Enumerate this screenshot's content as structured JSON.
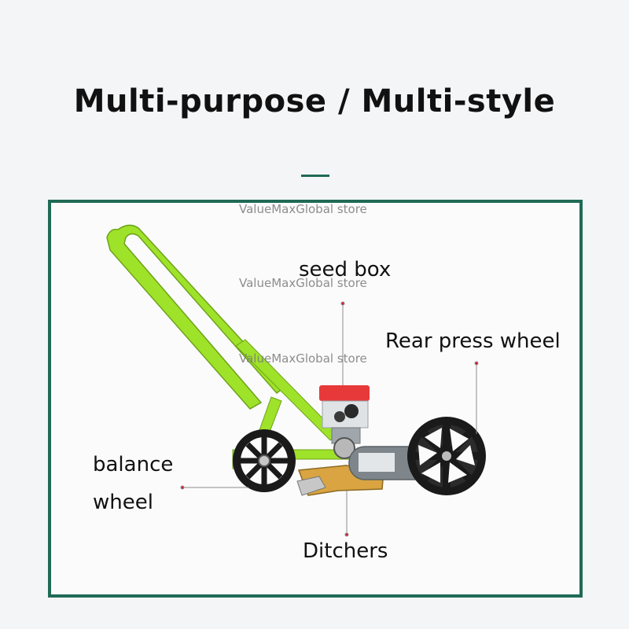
{
  "title": "Multi-purpose / Multi-style",
  "watermarks": [
    "ValueMaxGlobal store",
    "ValueMaxGlobal store",
    "ValueMaxGlobal store"
  ],
  "labels": {
    "seed_box": "seed box",
    "rear_press_wheel": "Rear press wheel",
    "balance_wheel_line1": "balance",
    "balance_wheel_line2": "wheel",
    "ditchers": "Ditchers"
  },
  "colors": {
    "frame_border": "#1f6a55",
    "machine_green": "#9fe22a",
    "seed_box_lid": "#e8393a",
    "wheel": "#1a1a1a"
  }
}
